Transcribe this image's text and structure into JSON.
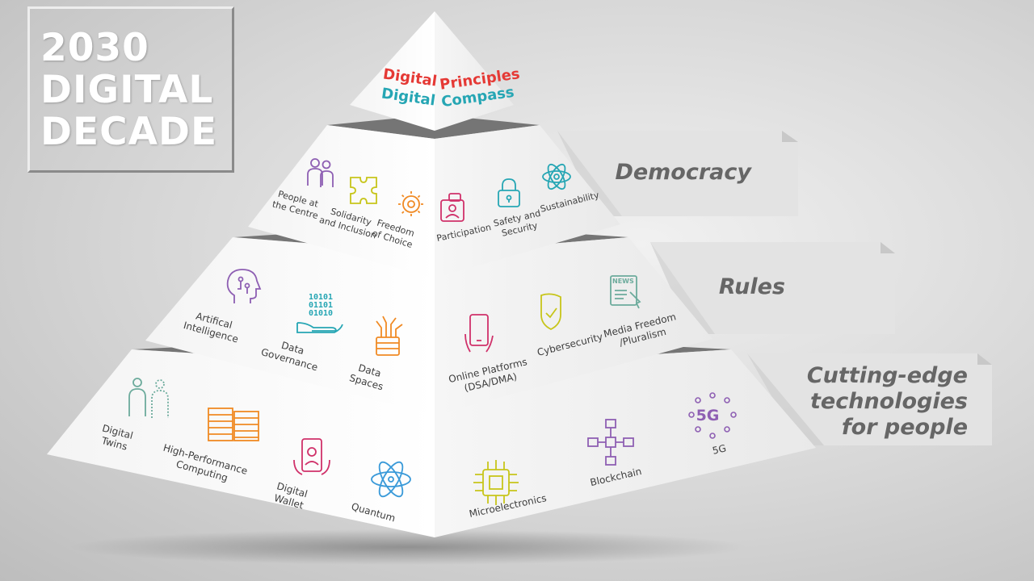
{
  "title": {
    "line1": "2030",
    "line2": "DIGITAL",
    "line3": "DECADE"
  },
  "apex": {
    "digital_principles_1": "Digital",
    "digital_principles_2": "Principles",
    "digital_compass_1": "Digital",
    "digital_compass_2": "Compass"
  },
  "ribbons": {
    "democracy": "Democracy",
    "rules": "Rules",
    "tech_line1": "Cutting-edge",
    "tech_line2": "technologies",
    "tech_line3": "for people"
  },
  "tier1": {
    "people": "People at\nthe Centre",
    "solidarity": "Solidarity\nand Inclusion",
    "freedom": "Freedom\nof Choice",
    "participation": "Participation",
    "safety": "Safety and\nSecurity",
    "sustainability": "Sustainability"
  },
  "tier2": {
    "ai": "Artifical\nIntelligence",
    "data_gov": "Data\nGovernance",
    "data_spaces": "Data\nSpaces",
    "online_platforms": "Online Platforms\n(DSA/DMA)",
    "cybersecurity": "Cybersecurity",
    "media": "Media Freedom\n/Pluralism"
  },
  "tier3": {
    "twins": "Digital\nTwins",
    "hpc": "High-Performance\nComputing",
    "wallet": "Digital\nWallet",
    "quantum": "Quantum",
    "micro": "Microelectronics",
    "blockchain": "Blockchain",
    "fiveg": "5G"
  },
  "icon_text": {
    "binary": "10101\n01101\n01010",
    "news": "NEWS",
    "fiveg": "5G"
  },
  "colors": {
    "red": "#e53935",
    "teal": "#26a6b4",
    "purple": "#8e5fb3",
    "yellow": "#c7c51a",
    "orange": "#f08a24",
    "magenta": "#d0316a",
    "blue": "#3a9ad9",
    "green": "#6cab9c"
  }
}
